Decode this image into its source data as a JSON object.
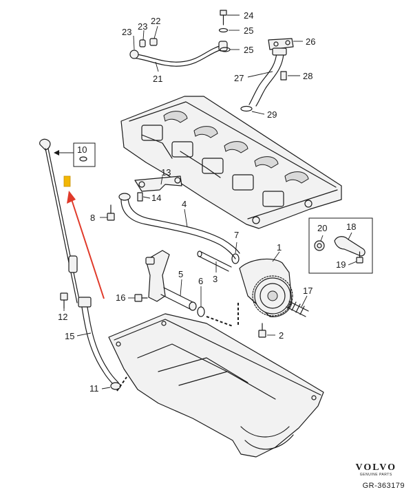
{
  "callouts": {
    "c1": "1",
    "c2": "2",
    "c3": "3",
    "c4": "4",
    "c5": "5",
    "c6": "6",
    "c7": "7",
    "c8": "8",
    "c10": "10",
    "c11": "11",
    "c12": "12",
    "c13": "13",
    "c14": "14",
    "c15": "15",
    "c16": "16",
    "c17": "17",
    "c18": "18",
    "c19": "19",
    "c20": "20",
    "c21": "21",
    "c22": "22",
    "c23a": "23",
    "c23b": "23",
    "c24": "24",
    "c25a": "25",
    "c25b": "25",
    "c26": "26",
    "c27": "27",
    "c28": "28",
    "c29": "29"
  },
  "brand": {
    "name": "VOLVO",
    "subline": "GENUINE PARTS",
    "reference": "GR-363179"
  },
  "colors": {
    "arrow": "#e03a2a",
    "highlight": "#f2b705",
    "ink": "#1a1a1a"
  }
}
